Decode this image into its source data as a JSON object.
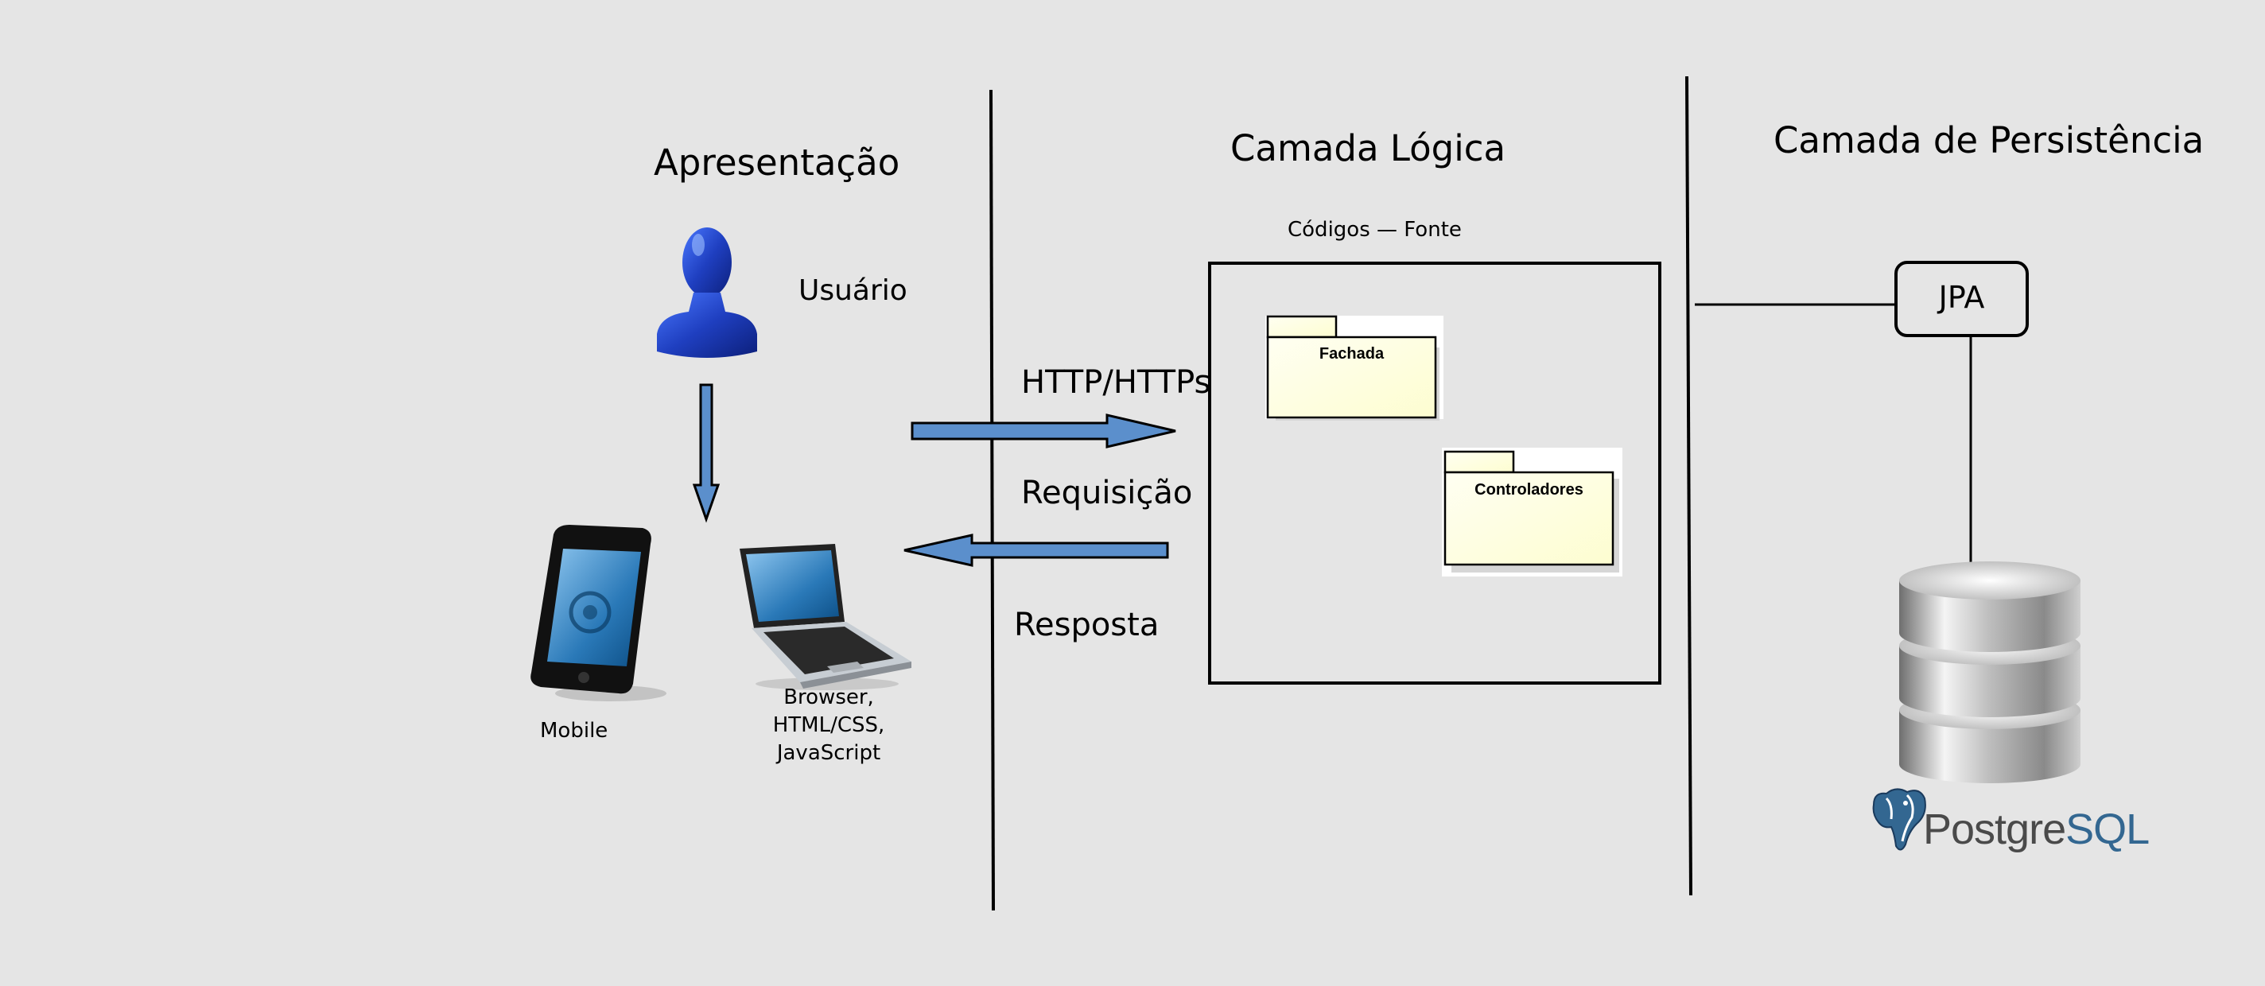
{
  "columns": {
    "presentation": "Apresentação",
    "logic": "Camada Lógica",
    "persistence": "Camada de Persistência"
  },
  "presentation": {
    "user_label": "Usuário",
    "mobile_label": "Mobile",
    "browser_label": "Browser,\nHTML/CSS,\nJavaScript"
  },
  "connections": {
    "protocol": "HTTP/HTTPs",
    "request": "Requisição",
    "response": "Resposta"
  },
  "logic": {
    "source_label": "Códigos — Fonte",
    "packages": [
      "Fachada",
      "Controladores"
    ]
  },
  "persistence": {
    "orm_label": "JPA",
    "db_logo": {
      "part1": "Postgre",
      "part2": "SQL"
    }
  },
  "colors": {
    "background": "#e5e5e5",
    "arrow_fill": "#5b8fcc",
    "package_fill": "#ffffdc",
    "postgres_blue": "#336791",
    "user_blue": "#1f3fc0"
  }
}
